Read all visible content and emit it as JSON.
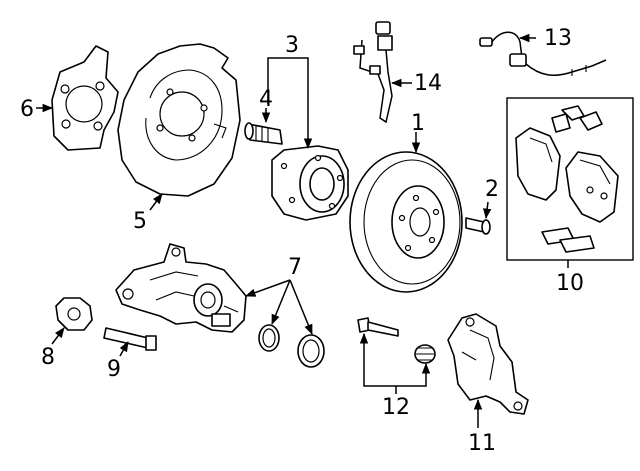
{
  "callouts": {
    "c1": "1",
    "c2": "2",
    "c3": "3",
    "c4": "4",
    "c5": "5",
    "c6": "6",
    "c7": "7",
    "c8": "8",
    "c9": "9",
    "c10": "10",
    "c11": "11",
    "c12": "12",
    "c13": "13",
    "c14": "14"
  },
  "colors": {
    "ink": "#000000",
    "background": "#ffffff"
  }
}
